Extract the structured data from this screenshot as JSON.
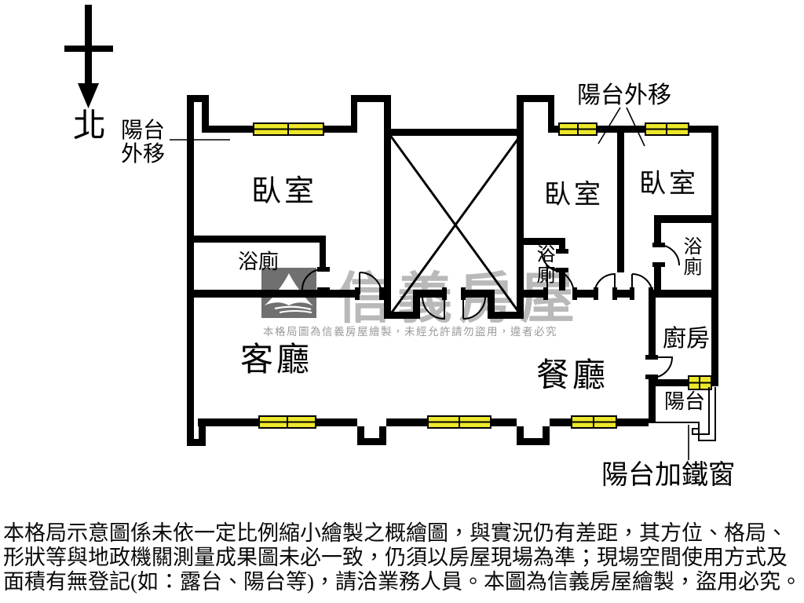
{
  "colors": {
    "wall": "#000000",
    "window_yellow": "#ede72b",
    "watermark_gray": "#8f8f8f",
    "logo_gray": "#4c4c4c",
    "background": "#ffffff"
  },
  "compass": {
    "north_label": "北"
  },
  "plan": {
    "labels": {
      "balcony_out_left_line1": "陽台",
      "balcony_out_left_line2": "外移",
      "balcony_out_right": "陽台外移",
      "bedroom_left": "臥室",
      "bedroom_middle": "臥室",
      "bedroom_right": "臥室",
      "bath_left": "浴廁",
      "bath_middle": "浴廁",
      "bath_right": "浴廁",
      "living_room": "客廳",
      "dining_room": "餐廳",
      "kitchen": "廚房",
      "balcony": "陽台",
      "balcony_iron_window": "陽台加鐵窗"
    }
  },
  "watermark": {
    "brand": "信義房屋",
    "notice": "本格局圖為信義房屋繪製，未經允許請勿盜用，違者必究"
  },
  "disclaimer": {
    "line1": "本格局示意圖係未依一定比例縮小繪製之概繪圖，與實況仍有差距，其方位、格局、",
    "line2": "形狀等與地政機關測量成果圖未必一致，仍須以房屋現場為準；現場空間使用方式及",
    "line3": "面積有無登記(如：露台、陽台等)，請洽業務人員。本圖為信義房屋繪製，盜用必究。"
  }
}
